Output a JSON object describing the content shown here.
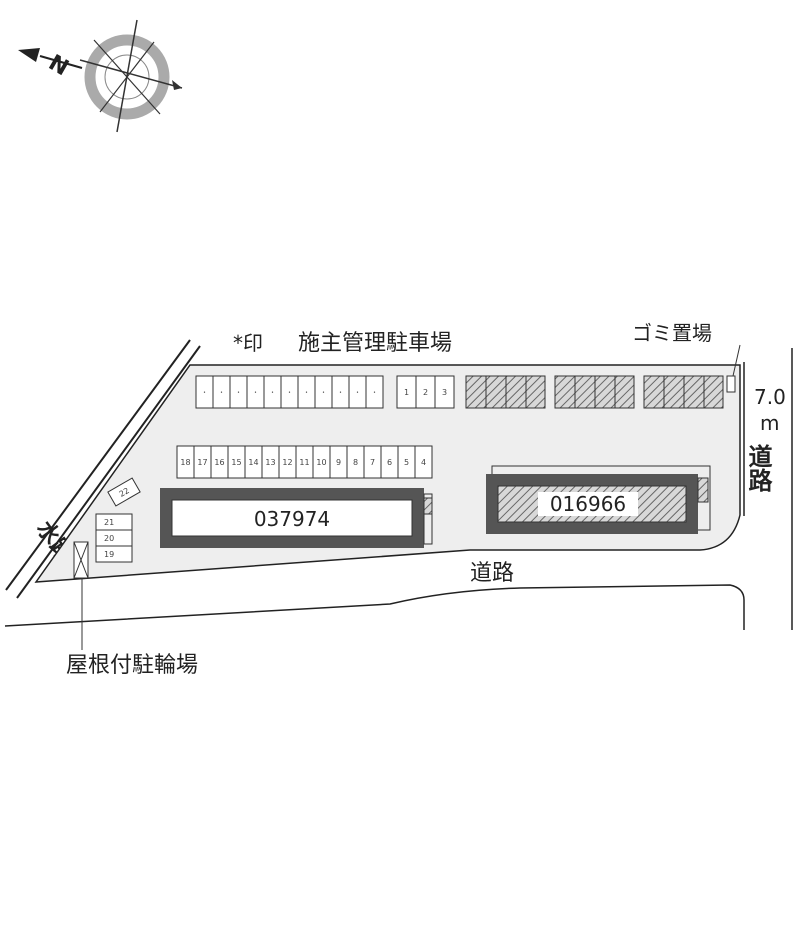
{
  "compass": {
    "north_label": "N"
  },
  "legend_mark": "*印",
  "legend_text": "施主管理駐車場",
  "garbage_label": "ゴミ置場",
  "road_width": "7.0",
  "road_width_unit": "m",
  "road_east_label": "道路",
  "road_south_label": "道路",
  "waterway_label": "水路",
  "bicycle_label": "屋根付駐輪場",
  "building_west_id": "037974",
  "building_east_id": "016966",
  "spaces": {
    "top_row_marked": [
      "･",
      "･",
      "･",
      "･",
      "･",
      "･",
      "･",
      "･",
      "･",
      "･",
      "･"
    ],
    "top_row_numbered": [
      "1",
      "2",
      "3"
    ],
    "middle_row": [
      "18",
      "17",
      "16",
      "15",
      "14",
      "13",
      "12",
      "11",
      "10",
      "9",
      "8",
      "7",
      "6",
      "5",
      "4"
    ],
    "diagonal": "22",
    "west_stack": [
      "21",
      "20",
      "19"
    ]
  }
}
